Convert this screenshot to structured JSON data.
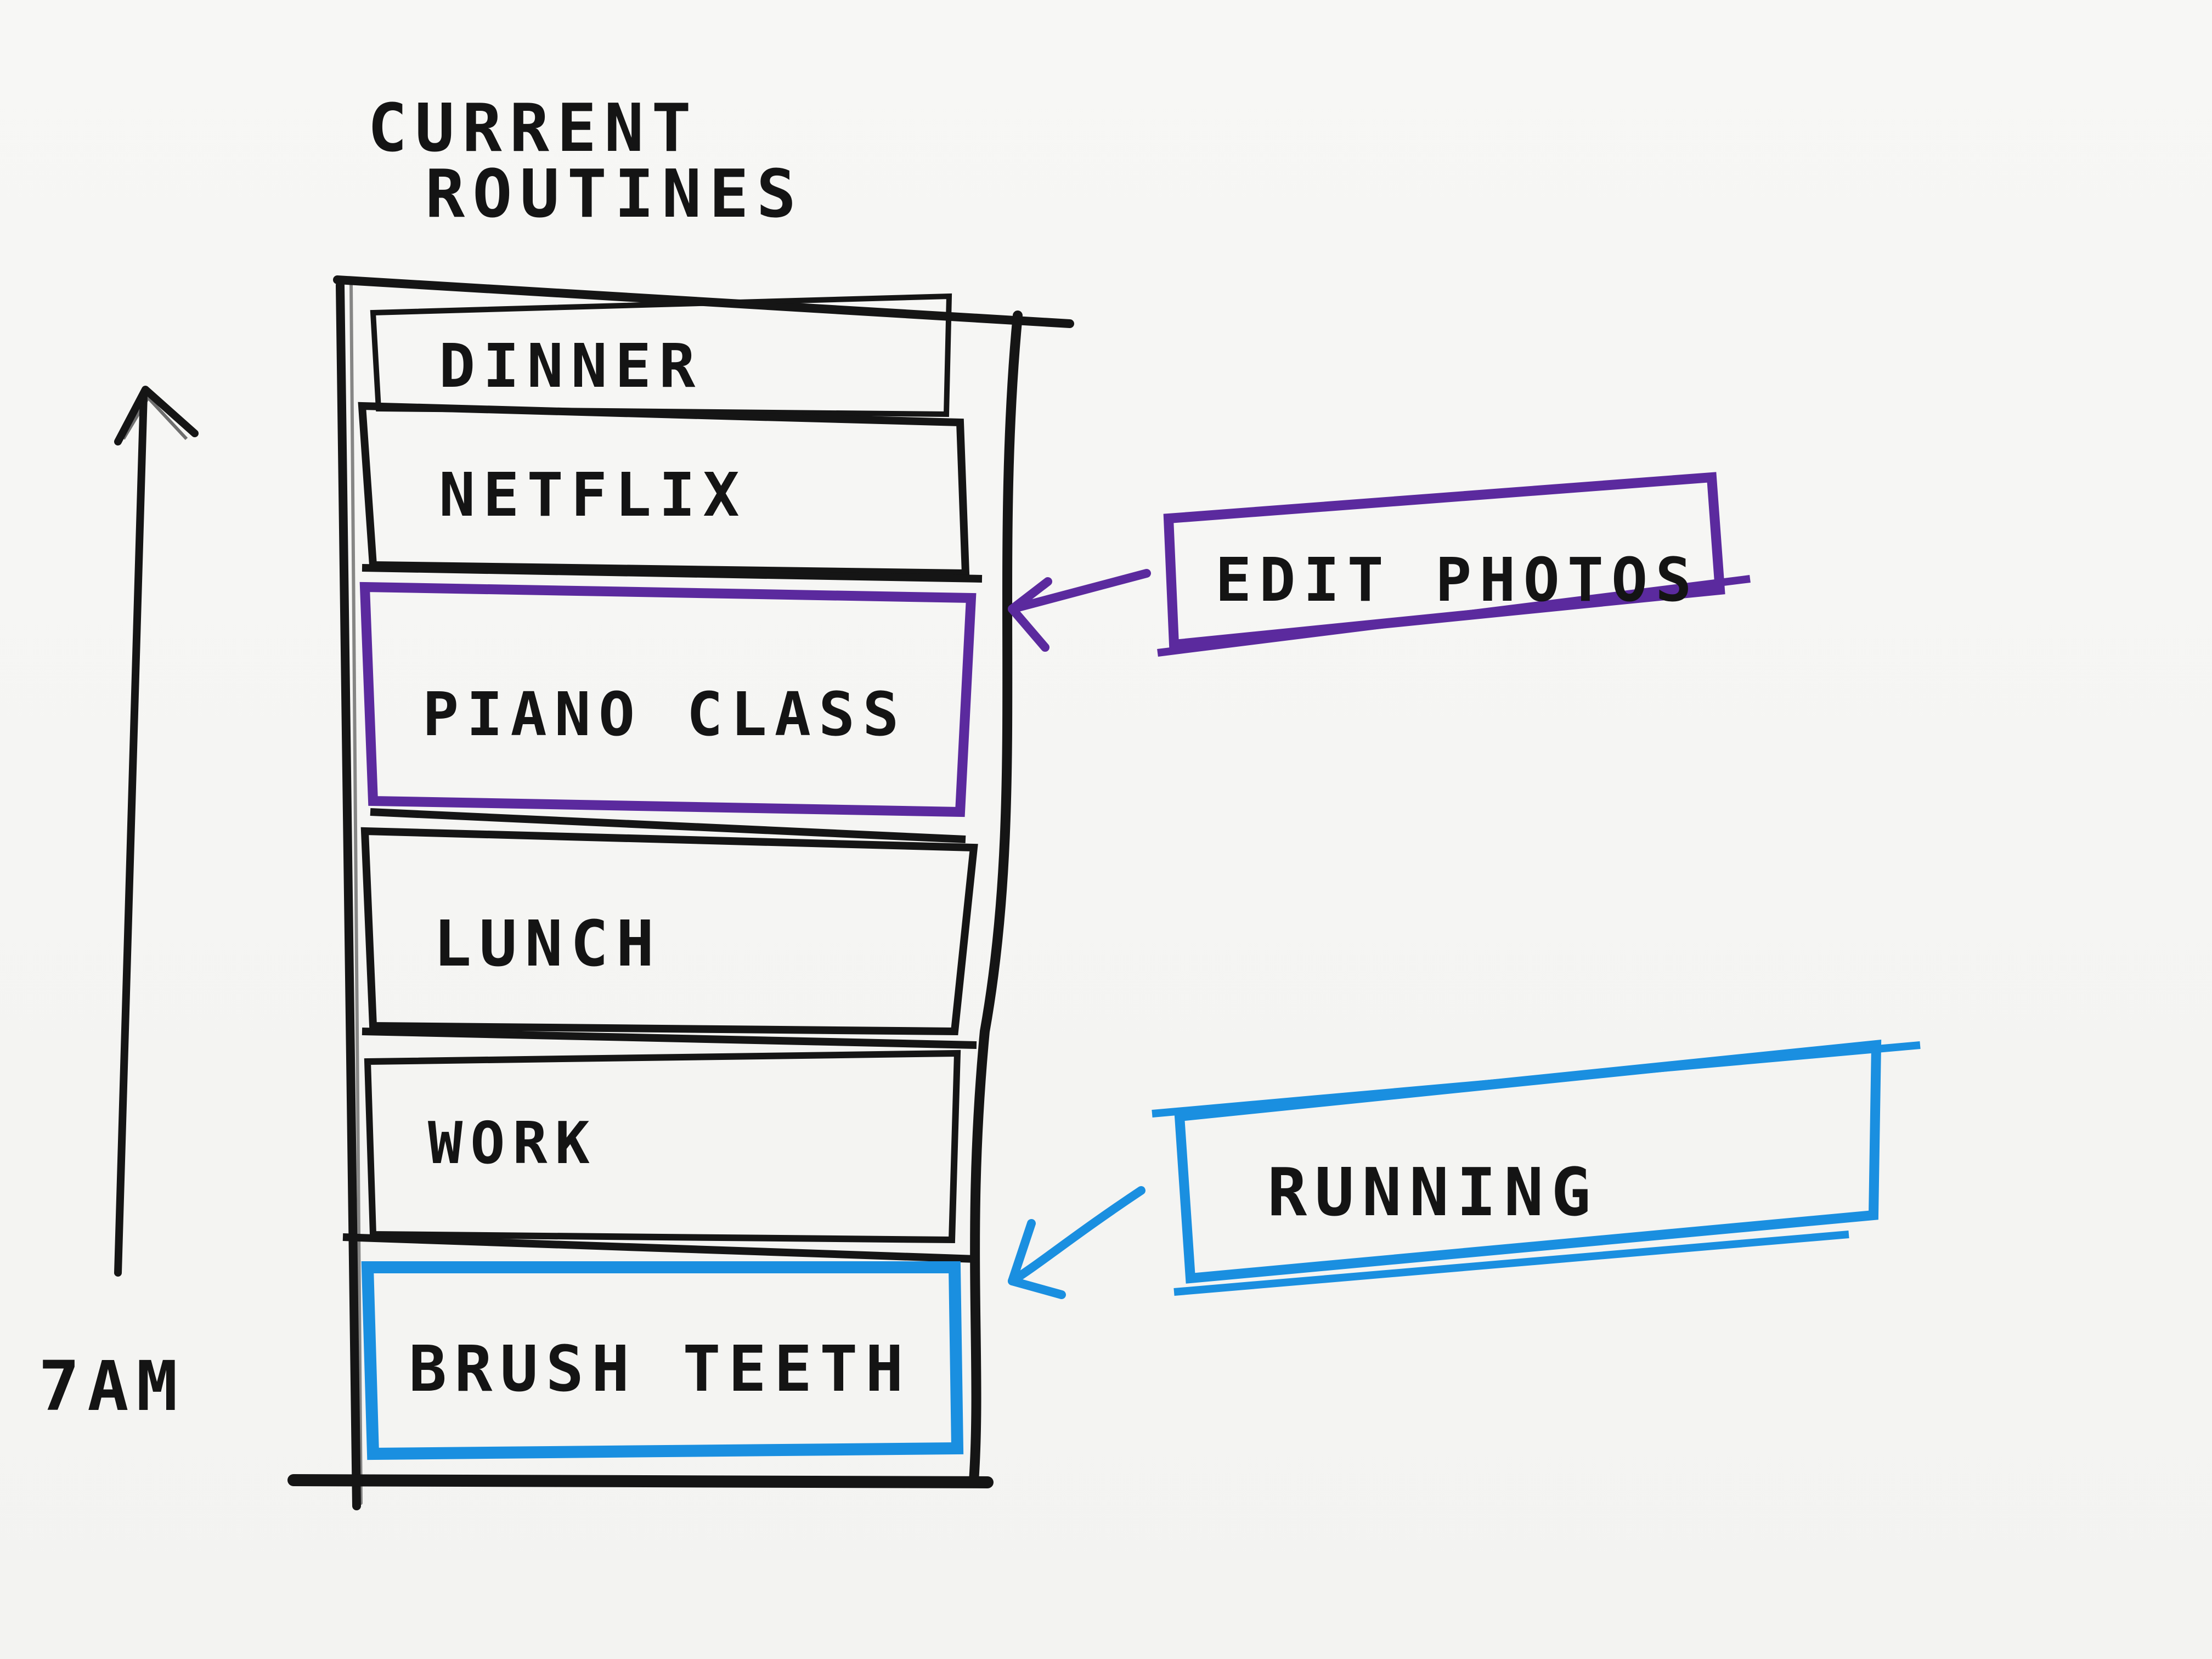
{
  "title": {
    "line1": "CURRENT",
    "line2": "ROUTINES"
  },
  "time_axis": {
    "start_label": "7AM",
    "direction": "up"
  },
  "routine_stack": [
    {
      "label": "DINNER",
      "color": "#151515"
    },
    {
      "label": "NETFLIX",
      "color": "#151515"
    },
    {
      "label": "PIANO CLASS",
      "color": "#5b2a9e"
    },
    {
      "label": "LUNCH",
      "color": "#151515"
    },
    {
      "label": "WORK",
      "color": "#151515"
    },
    {
      "label": "BRUSH TEETH",
      "color": "#1a8fe0"
    }
  ],
  "additions": [
    {
      "label": "EDIT PHOTOS",
      "color": "#5b2a9e",
      "inserts_after": "PIANO CLASS"
    },
    {
      "label": "RUNNING",
      "color": "#1a8fe0",
      "inserts_after": "BRUSH TEETH"
    }
  ],
  "colors": {
    "ink": "#151515",
    "purple": "#5b2a9e",
    "blue": "#1a8fe0",
    "paper": "#f6f6f4"
  }
}
